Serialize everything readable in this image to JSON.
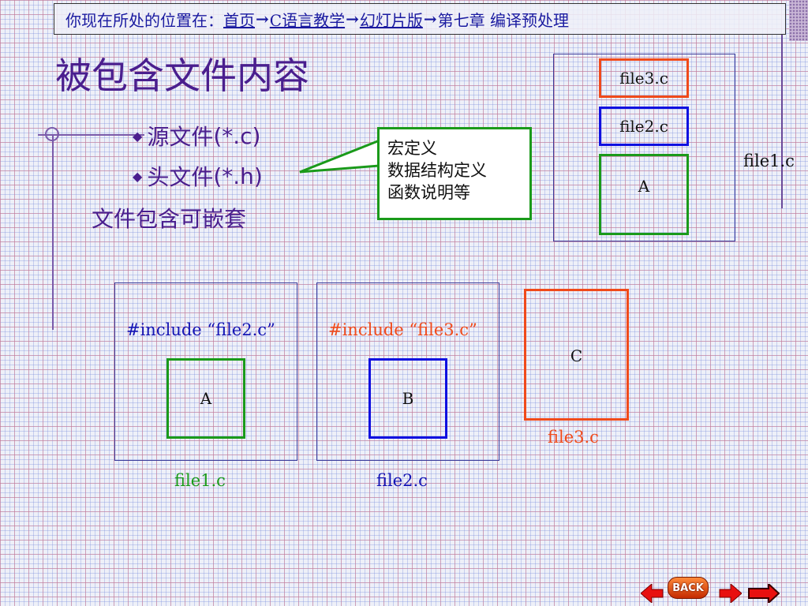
{
  "breadcrumb": {
    "prefix": "你现在所处的位置在：",
    "items": [
      "首页",
      "C语言教学",
      "幻灯片版",
      "第七章 编译预处理"
    ],
    "separator": "→"
  },
  "title": "被包含文件内容",
  "bullets": [
    {
      "text": "源文件",
      "suffix": "(*.c)"
    },
    {
      "text": "头文件",
      "suffix": "(*.h)"
    }
  ],
  "nested_note": "文件包含可嵌套",
  "callout": {
    "lines": [
      "宏定义",
      "数据结构定义",
      "函数说明等"
    ]
  },
  "top_diagram": {
    "outer_label": "file1.c",
    "file3_label": "file3.c",
    "file2_label": "file2.c",
    "inner_label": "A"
  },
  "bottom_diagram": {
    "file1": {
      "include": "#include  “file2.c”",
      "box": "A",
      "label": "file1.c"
    },
    "file2": {
      "include": "#include  “file3.c”",
      "box": "B",
      "label": "file2.c"
    },
    "file3": {
      "box": "C",
      "label": "file3.c"
    }
  },
  "nav": {
    "back_label": "BACK"
  },
  "colors": {
    "green": "#1a9a1a",
    "blue": "#1010e0",
    "orange": "#f04a1a",
    "navy": "#1414b4",
    "purple": "#4a1e8e"
  }
}
